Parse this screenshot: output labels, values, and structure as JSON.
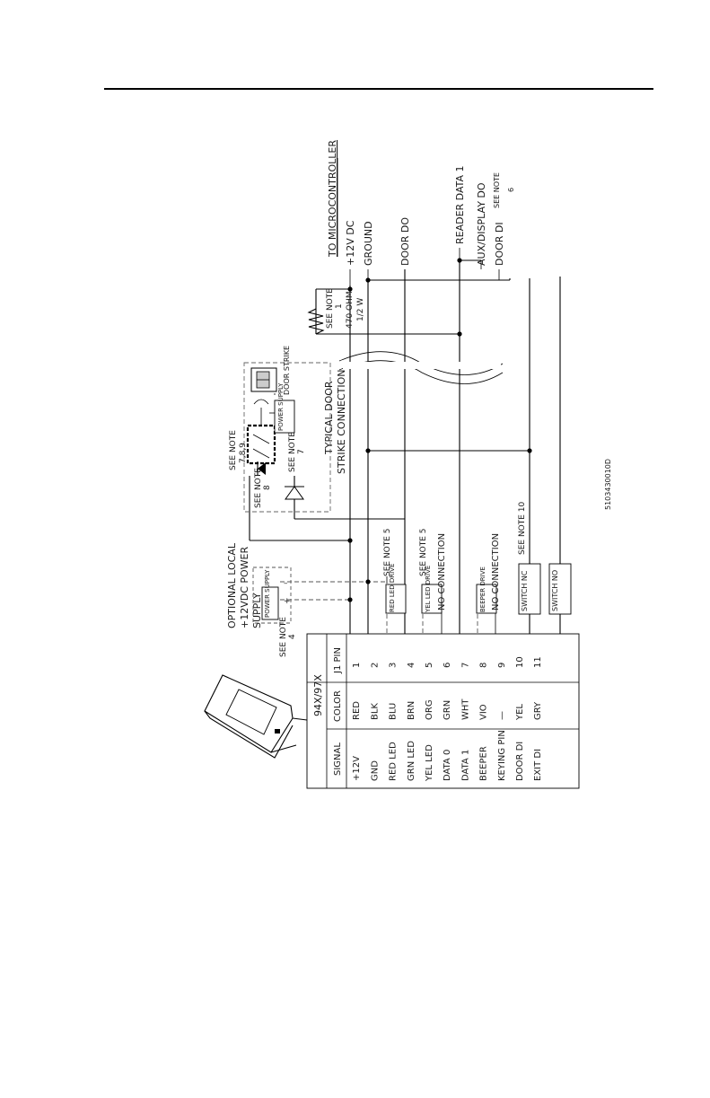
{
  "header": {
    "rule": true
  },
  "reader": {
    "model": "94X/97X",
    "columns": {
      "signal": "SIGNAL",
      "color": "COLOR",
      "pin": "J1 PIN"
    },
    "rows": [
      {
        "signal": "+12V",
        "color": "RED",
        "pin": "1"
      },
      {
        "signal": "GND",
        "color": "BLK",
        "pin": "2"
      },
      {
        "signal": "RED LED",
        "color": "BLU",
        "pin": "3"
      },
      {
        "signal": "GRN LED",
        "color": "BRN",
        "pin": "4"
      },
      {
        "signal": "YEL LED",
        "color": "ORG",
        "pin": "5"
      },
      {
        "signal": "DATA 0",
        "color": "GRN",
        "pin": "6"
      },
      {
        "signal": "DATA 1",
        "color": "WHT",
        "pin": "7"
      },
      {
        "signal": "BEEPER",
        "color": "VIO",
        "pin": "8"
      },
      {
        "signal": "KEYING PIN",
        "color": "—",
        "pin": "9"
      },
      {
        "signal": "DOOR DI",
        "color": "YEL",
        "pin": "10"
      },
      {
        "signal": "EXIT DI",
        "color": "GRY",
        "pin": "11"
      }
    ]
  },
  "pin_labels": {
    "red_led_drive": "RED LED DRIVE",
    "red_led_note": "SEE NOTE 5",
    "yel_led_drive": "YEL LED DRIVE",
    "yel_led_note": "SEE NOTE 5",
    "no_connection_6": "NO CONNECTION",
    "beeper_drive": "BEEPER DRIVE",
    "no_connection_9": "NO CONNECTION",
    "switch_nc": "SWITCH NC",
    "switch_nc_note": "SEE NOTE 10",
    "switch_no": "SWITCH NO"
  },
  "local_supply": {
    "title_line1": "OPTIONAL LOCAL",
    "title_line2": "+12VDC POWER",
    "title_line3": "SUPPLY",
    "box_label": "POWER SUPPLY",
    "minus": "–",
    "plus": "+",
    "note": "SEE NOTE",
    "note_num": "4"
  },
  "door_strike": {
    "note_top": "SEE NOTE",
    "note_top_num": "7,8,9",
    "note_a": "SEE NOTE",
    "note_a_num": "8",
    "note_b": "SEE NOTE",
    "note_b_num": "7",
    "power_supply": "POWER SUPPLY",
    "door_strike": "DOOR STRIKE",
    "caption_line1": "TYPICAL DOOR",
    "caption_line2": "STRIKE CONNECTION"
  },
  "resistor": {
    "note": "SEE NOTE",
    "note_num": "1",
    "value1": "470 OHM",
    "value2": "1/2 W"
  },
  "controller": {
    "heading": "TO MICROCONTROLLER",
    "terminals": [
      "+12V DC",
      "GROUND",
      "DOOR DO",
      "READER DATA 1",
      "AUX/DISPLAY DO",
      "DOOR DI"
    ],
    "door_di_note": "SEE NOTE",
    "door_di_note_num": "6"
  },
  "drawing_number": "5103430010D"
}
